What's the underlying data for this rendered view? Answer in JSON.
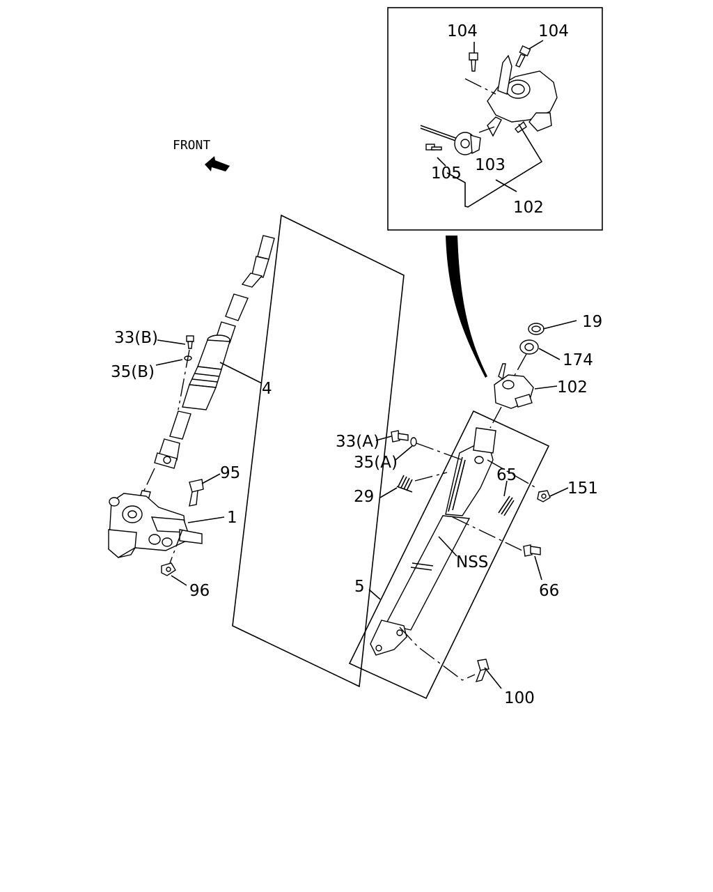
{
  "direction_label": "FRONT",
  "inset_labels": {
    "p104a": "104",
    "p104b": "104",
    "p103": "103",
    "p105": "105",
    "p102": "102"
  },
  "labels": {
    "p19": "19",
    "p174": "174",
    "p102": "102",
    "p33b": "33(B)",
    "p35b": "35(B)",
    "p4": "4",
    "p95": "95",
    "p1": "1",
    "p96": "96",
    "p33a": "33(A)",
    "p35a": "35(A)",
    "p29": "29",
    "p65": "65",
    "p151": "151",
    "nss": "NSS",
    "p66": "66",
    "p5": "5",
    "p100": "100"
  }
}
